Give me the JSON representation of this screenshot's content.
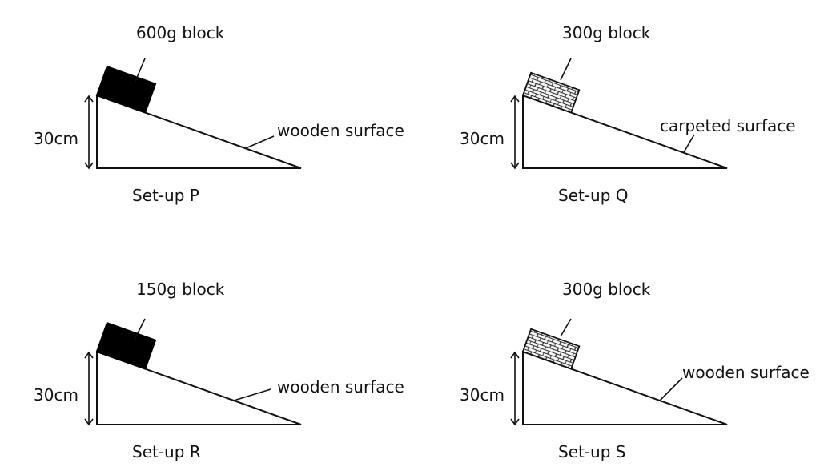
{
  "colors": {
    "ink": "#111111",
    "solid_block": "#000000",
    "brick_fill": "#f4f4f4"
  },
  "setups": [
    {
      "caption": "Set-up P",
      "block_label": "600g block",
      "height_label": "30cm",
      "surface_label": "wooden surface",
      "block_style": "solid"
    },
    {
      "caption": "Set-up Q",
      "block_label": "300g block",
      "height_label": "30cm",
      "surface_label": "carpeted surface",
      "block_style": "brick"
    },
    {
      "caption": "Set-up R",
      "block_label": "150g block",
      "height_label": "30cm",
      "surface_label": "wooden surface",
      "block_style": "solid"
    },
    {
      "caption": "Set-up S",
      "block_label": "300g block",
      "height_label": "30cm",
      "surface_label": "wooden surface",
      "block_style": "brick"
    }
  ]
}
